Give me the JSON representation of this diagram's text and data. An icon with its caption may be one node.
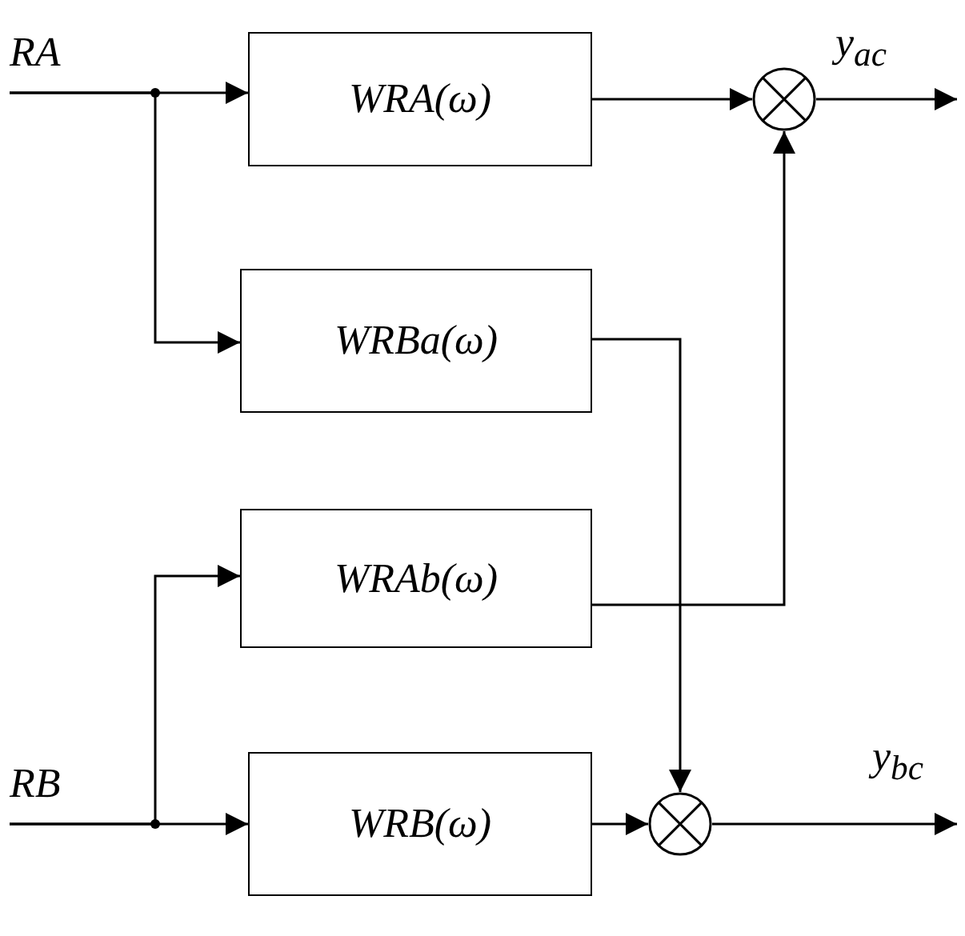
{
  "diagram": {
    "nodes": [
      {
        "text": [
          "RA"
        ]
      },
      {
        "text": [
          "WRA(ω)"
        ]
      },
      {
        "text": [],
        "shape": "circle"
      },
      {
        "text": [
          "y$_{ac}$"
        ]
      },
      {
        "text": [
          "WRBa(ω)"
        ]
      },
      {
        "text": [
          "WRAb(ω)"
        ]
      },
      {
        "text": [
          "RB"
        ]
      },
      {
        "text": [
          "WRB(ω)"
        ]
      },
      {
        "text": [],
        "shape": "circle"
      },
      {
        "text": [
          "y$_{bc}$"
        ]
      }
    ],
    "edges": [
      {
        "from": 0,
        "to": 1,
        "arrow": "to"
      },
      {
        "from": 0,
        "to": 4,
        "arrow": "to"
      },
      {
        "from": 1,
        "to": 2,
        "arrow": "to"
      },
      {
        "from": 5,
        "to": 2,
        "arrow": "to"
      },
      {
        "from": 2,
        "to": 3,
        "arrow": "to"
      },
      {
        "from": 4,
        "to": 8,
        "arrow": "to"
      },
      {
        "from": 6,
        "to": 5,
        "arrow": "to"
      },
      {
        "from": 6,
        "to": 7,
        "arrow": "to"
      },
      {
        "from": 7,
        "to": 8,
        "arrow": "to"
      },
      {
        "from": 8,
        "to": 9,
        "arrow": "to"
      }
    ]
  }
}
